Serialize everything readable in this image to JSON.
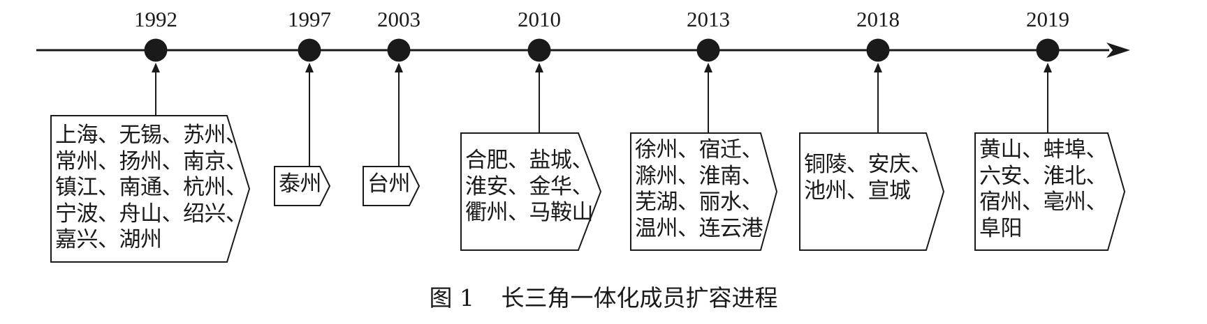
{
  "timeline": {
    "events": [
      {
        "year": "1992",
        "cities": [
          "上海、无锡、苏州、",
          "常州、扬州、南京、",
          "镇江、南通、杭州、",
          "宁波、舟山、绍兴、",
          "嘉兴、湖州"
        ]
      },
      {
        "year": "1997",
        "cities": [
          "泰州"
        ]
      },
      {
        "year": "2003",
        "cities": [
          "台州"
        ]
      },
      {
        "year": "2010",
        "cities": [
          "合肥、盐城、",
          "淮安、金华、",
          "衢州、马鞍山"
        ]
      },
      {
        "year": "2013",
        "cities": [
          "徐州、宿迁、",
          "滁州、淮南、",
          "芜湖、丽水、",
          "温州、连云港"
        ]
      },
      {
        "year": "2018",
        "cities": [
          "铜陵、安庆、",
          "池州、宣城"
        ]
      },
      {
        "year": "2019",
        "cities": [
          "黄山、蚌埠、",
          "六安、淮北、",
          "宿州、亳州、",
          "阜阳"
        ]
      }
    ]
  },
  "caption": {
    "figure_label": "图 1",
    "title": "长三角一体化成员扩容进程"
  },
  "colors": {
    "ink": "#1a1a1a",
    "background": "#ffffff"
  }
}
